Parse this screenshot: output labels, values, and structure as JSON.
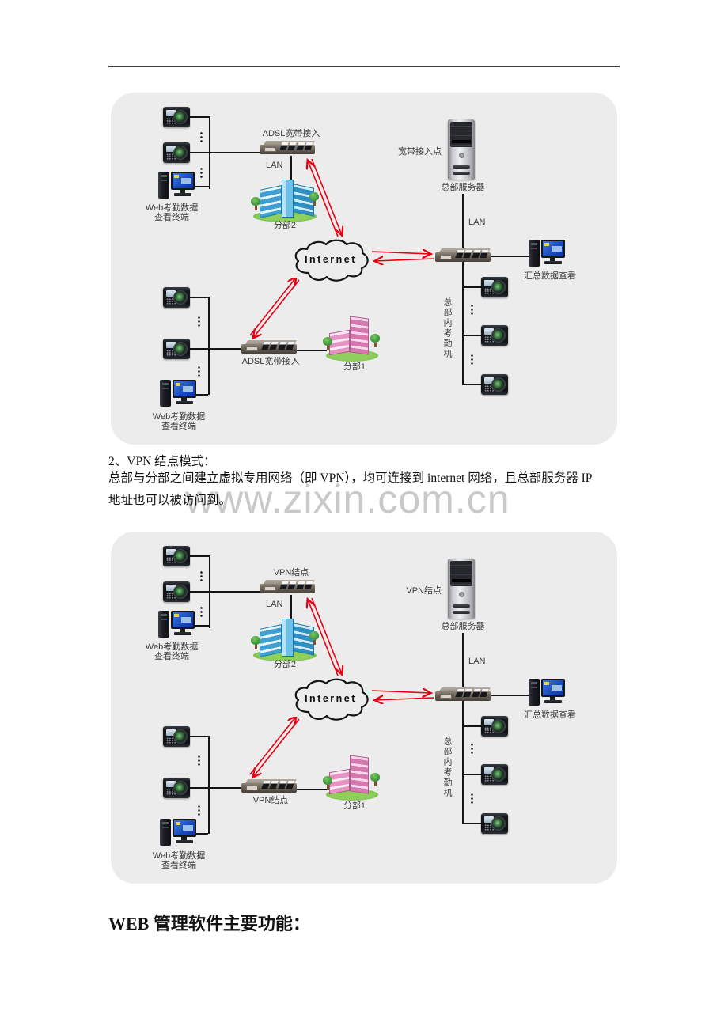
{
  "document": {
    "section_heading": "2、VPN 结点模式：",
    "paragraph_line1": "总部与分部之间建立虚拟专用网络（即 VPN），均可连接到 internet 网络，且总部服务器 IP",
    "paragraph_line2": "地址也可以被访问到。",
    "watermark": "www.zixin.com.cn",
    "bottom_heading": "WEB 管理软件主要功能："
  },
  "d1": {
    "router_top": "ADSL宽带接入",
    "lan_top": "LAN",
    "branch2": "分部2",
    "internet": "Internet",
    "server_side": "宽带接入点",
    "server_name": "总部服务器",
    "lan_right": "LAN",
    "summary_view": "汇总数据查看",
    "hq_machines": "总部内考勤机",
    "branch1": "分部1",
    "router_bottom": "ADSL宽带接入",
    "terminal_line1": "Web考勤数据",
    "terminal_line2": "查看终端"
  },
  "d2": {
    "router_top": "VPN结点",
    "lan_top": "LAN",
    "branch2": "分部2",
    "internet": "Internet",
    "server_side": "VPN结点",
    "server_name": "总部服务器",
    "lan_right": "LAN",
    "summary_view": "汇总数据查看",
    "hq_machines": "总部内考勤机",
    "branch1": "分部1",
    "router_bottom": "VPN结点",
    "terminal_line1": "Web考勤数据",
    "terminal_line2": "查看终端"
  },
  "icons": {
    "attendance-machine-icon": "css-shape",
    "fingerprint-reader-icon": "css-radial-circle",
    "router-icon": "css-shape",
    "switch-icon": "css-shape",
    "server-tower-icon": "css-shape",
    "desktop-pc-icon": "css-shape",
    "office-building-blue-icon": "css-shape",
    "office-building-pink-icon": "css-shape",
    "tree-icon": "css-shape",
    "internet-cloud-icon": "svg-path",
    "bidirectional-arrow-icon": "svg-lines",
    "ellipsis-dots-icon": "css-dots"
  },
  "colors": {
    "arrow_red": "#e60012",
    "diagram_background": "#ececec",
    "line_black": "#141414",
    "label_text": "#3a3a3a",
    "building_blue": "#3e9fd0",
    "building_pink": "#e493c2",
    "tree_green": "#3f9a3f",
    "base_green": "#7cc14e",
    "watermark_gray": "#c9c9c9"
  }
}
